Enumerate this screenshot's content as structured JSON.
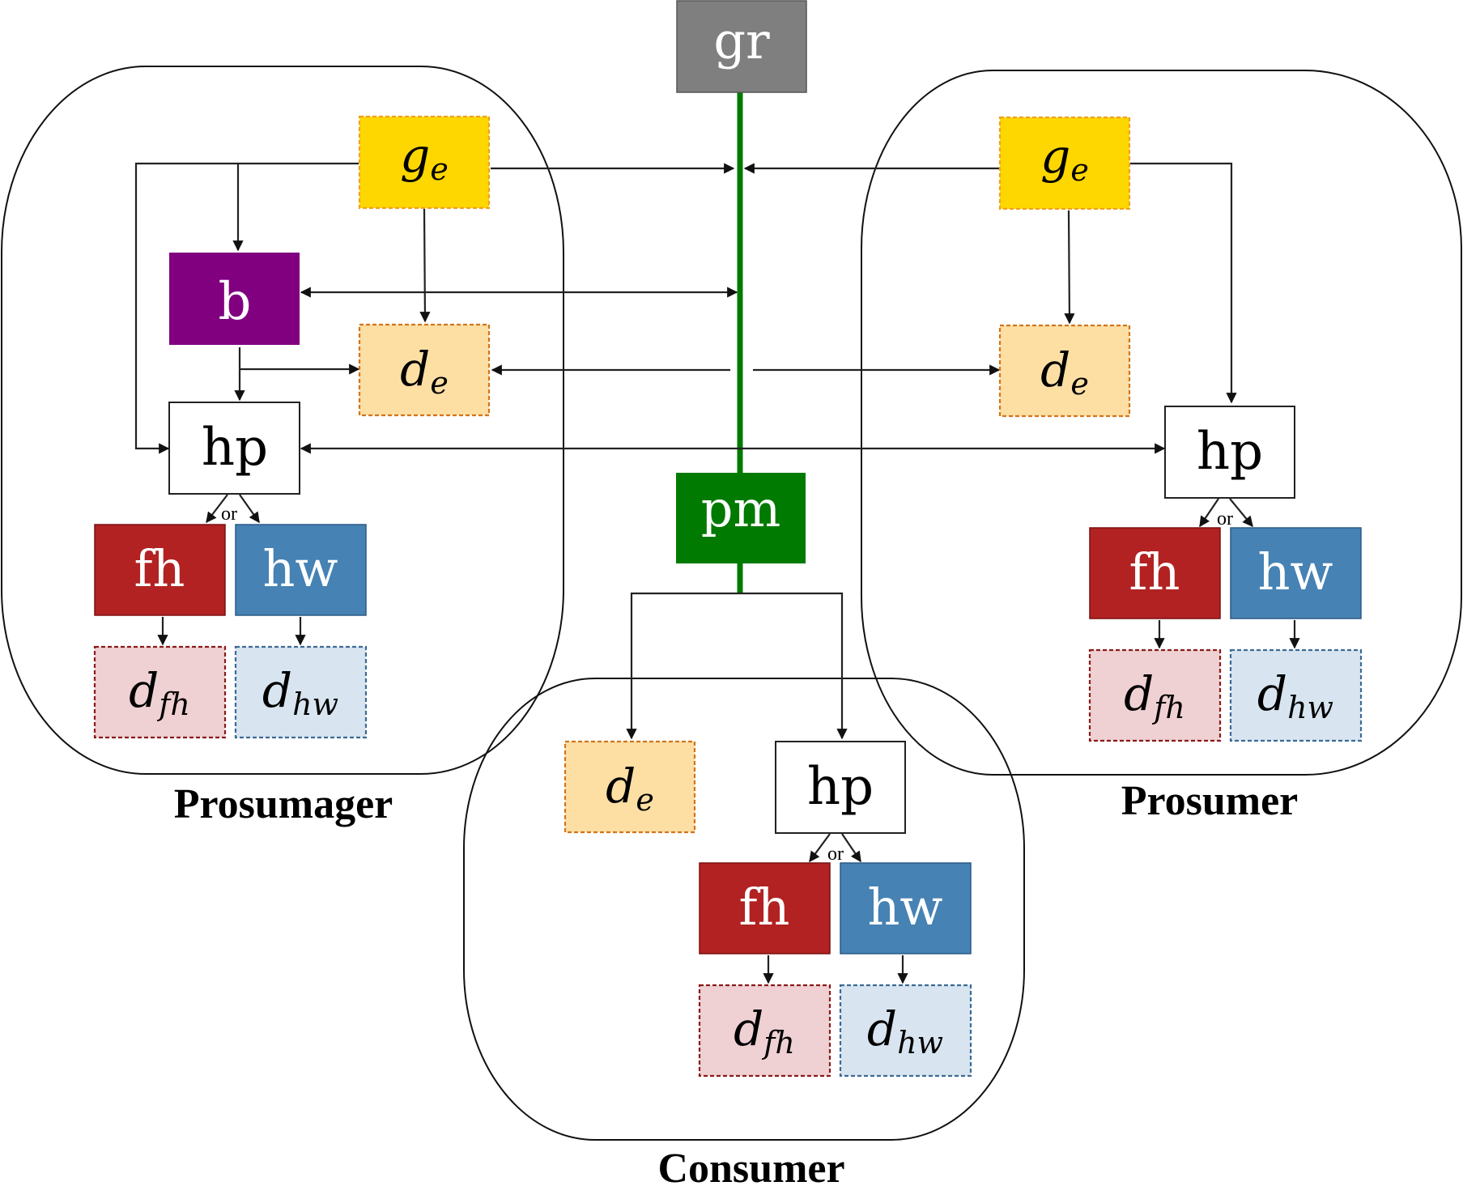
{
  "colors": {
    "grid": "#7f7f7f",
    "power_market": "#007a00",
    "generation": "#ffd700",
    "generation_border": "#f0a020",
    "battery": "#800080",
    "demand_e": "#fddfa4",
    "demand_e_border": "#d2751b",
    "fh": "#b22222",
    "hw": "#4682b4",
    "demand_fh": "#efd0d3",
    "demand_fh_border": "#8b1a1a",
    "demand_hw": "#d8e5f0",
    "demand_hw_border": "#3c6a96",
    "hp": "#ffffff"
  },
  "grid": {
    "label": "gr"
  },
  "market": {
    "label": "pm"
  },
  "groups": {
    "prosumager": {
      "label": "Prosumager",
      "ge": {
        "base": "g",
        "sub": "e"
      },
      "battery": "b",
      "de": {
        "base": "d",
        "sub": "e"
      },
      "hp": "hp",
      "or": "or",
      "fh": "fh",
      "hw": "hw",
      "dfh": {
        "base": "d",
        "sub": "fh"
      },
      "dhw": {
        "base": "d",
        "sub": "hw"
      }
    },
    "prosumer": {
      "label": "Prosumer",
      "ge": {
        "base": "g",
        "sub": "e"
      },
      "de": {
        "base": "d",
        "sub": "e"
      },
      "hp": "hp",
      "or": "or",
      "fh": "fh",
      "hw": "hw",
      "dfh": {
        "base": "d",
        "sub": "fh"
      },
      "dhw": {
        "base": "d",
        "sub": "hw"
      }
    },
    "consumer": {
      "label": "Consumer",
      "de": {
        "base": "d",
        "sub": "e"
      },
      "hp": "hp",
      "or": "or",
      "fh": "fh",
      "hw": "hw",
      "dfh": {
        "base": "d",
        "sub": "fh"
      },
      "dhw": {
        "base": "d",
        "sub": "hw"
      }
    }
  }
}
